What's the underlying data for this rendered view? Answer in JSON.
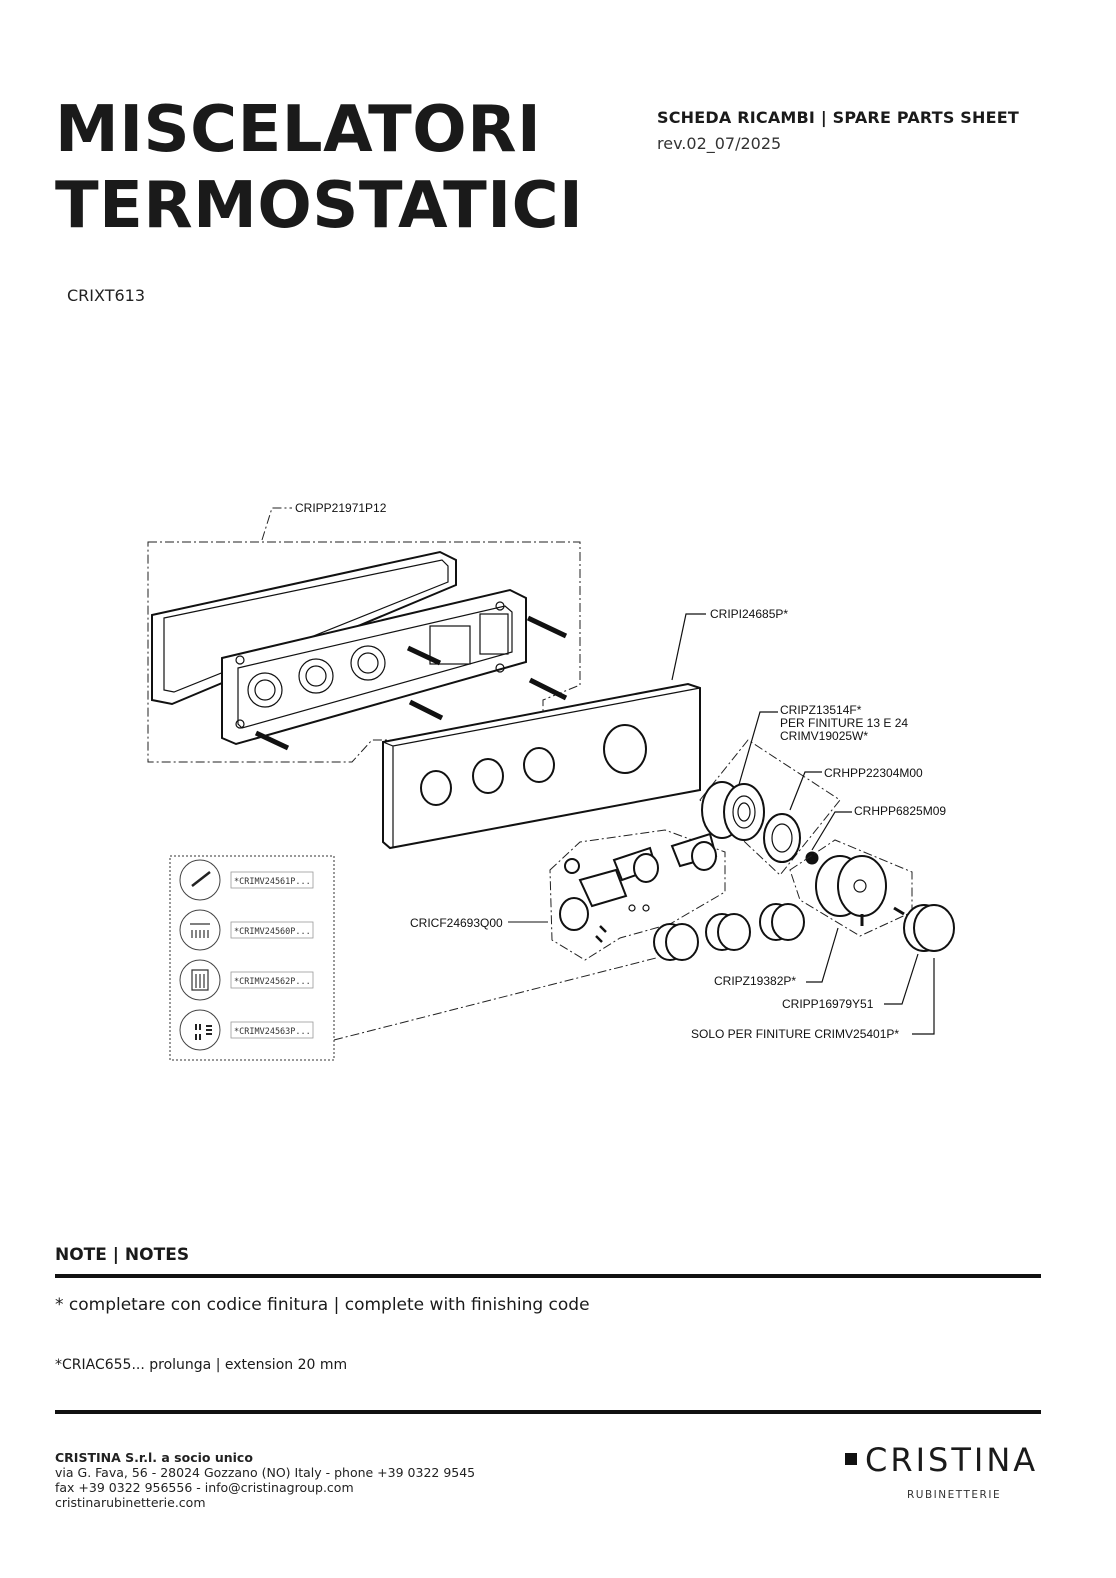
{
  "header": {
    "title_line1": "MISCELATORI",
    "title_line2": "TERMOSTATICI",
    "sheet_label": "SCHEDA RICAMBI | SPARE PARTS SHEET",
    "revision": "rev.02_07/2025",
    "product_code": "CRIXT613"
  },
  "drawing": {
    "labels": {
      "frame": "CRIPP21971P12",
      "plate": "CRIPI24685P*",
      "cartridge_1": "CRIPZ13514F*",
      "cartridge_2": "PER FINITURE 13 E 24",
      "cartridge_3": "CRIMV19025W*",
      "ring": "CRHPP22304M00",
      "oring": "CRHPP6825M09",
      "diverter": "CRICF24693Q00",
      "knobs": "CRIPZ19382P*",
      "cap": "CRIPP16979Y51",
      "finish_only": "SOLO PER FINITURE CRIMV25401P*"
    },
    "selector_options": [
      {
        "icon": "hand-shower-icon",
        "code": "*CRIMV24561P..."
      },
      {
        "icon": "overhead-shower-icon",
        "code": "*CRIMV24560P..."
      },
      {
        "icon": "waterfall-shower-icon",
        "code": "*CRIMV24562P..."
      },
      {
        "icon": "body-jets-icon",
        "code": "*CRIMV24563P..."
      }
    ]
  },
  "notes": {
    "title": "NOTE | NOTES",
    "note1": "* completare con codice finitura   | complete with finishing code",
    "note2": "*CRIAC655... prolunga | extension 20 mm"
  },
  "footer": {
    "company_name": "CRISTINA S.r.l. a socio unico",
    "address": "via G. Fava, 56 - 28024 Gozzano (NO) Italy - phone +39 0322 9545",
    "contact": "fax +39 0322 956556 - info@cristinagroup.com",
    "website": "cristinarubinetterie.com",
    "logo_word": "CRISTINA",
    "logo_sub": "RUBINETTERIE"
  }
}
